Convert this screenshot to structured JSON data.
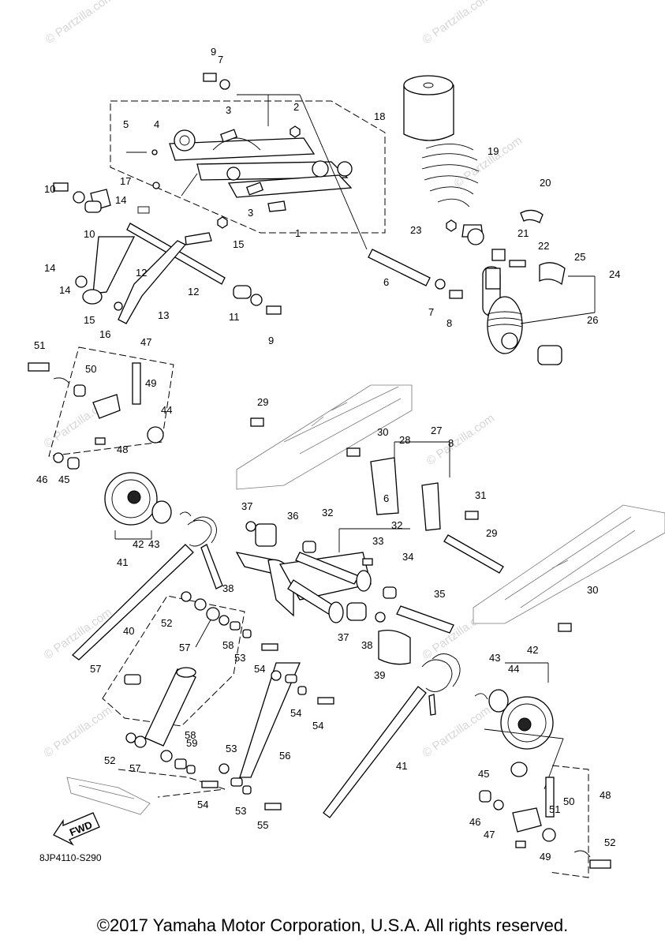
{
  "watermark": "© Partzilla.com",
  "diagram_code": "8JP4110-S290",
  "copyright": "©2017 Yamaha Motor Corporation, U.S.A. All rights reserved.",
  "direction_label": "FWD",
  "callouts": [
    "1",
    "2",
    "3",
    "3",
    "4",
    "5",
    "6",
    "6",
    "7",
    "7",
    "8",
    "8",
    "9",
    "9",
    "10",
    "10",
    "11",
    "12",
    "12",
    "13",
    "14",
    "14",
    "14",
    "15",
    "15",
    "16",
    "17",
    "18",
    "19",
    "20",
    "21",
    "22",
    "23",
    "24",
    "25",
    "26",
    "27",
    "28",
    "29",
    "29",
    "30",
    "30",
    "31",
    "32",
    "32",
    "33",
    "34",
    "35",
    "36",
    "37",
    "37",
    "38",
    "38",
    "39",
    "40",
    "41",
    "41",
    "42",
    "42",
    "43",
    "43",
    "44",
    "44",
    "45",
    "45",
    "46",
    "46",
    "47",
    "47",
    "48",
    "48",
    "49",
    "49",
    "50",
    "50",
    "51",
    "51",
    "52",
    "52",
    "52",
    "53",
    "53",
    "53",
    "54",
    "54",
    "54",
    "54",
    "55",
    "56",
    "57",
    "57",
    "57",
    "58",
    "58",
    "59"
  ]
}
